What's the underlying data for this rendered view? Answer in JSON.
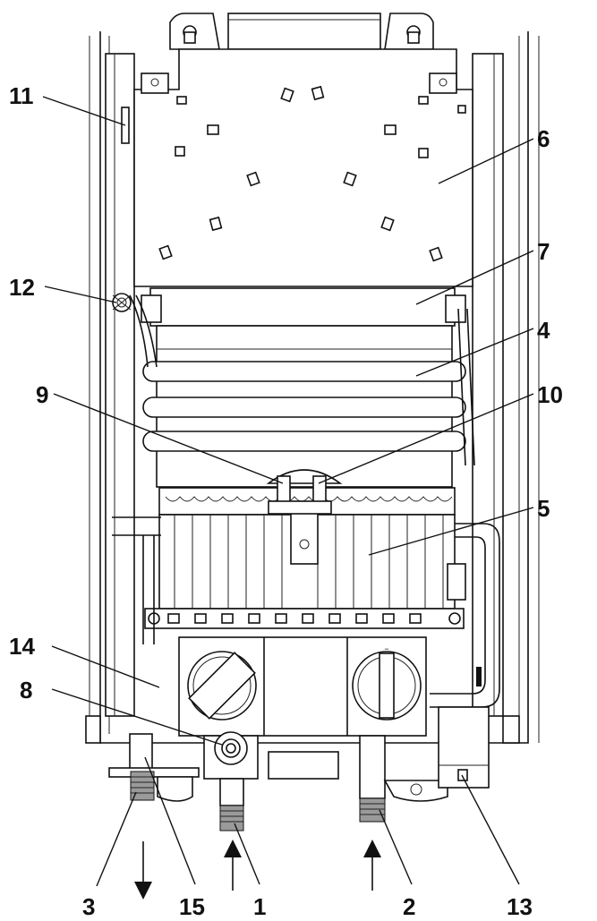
{
  "diagram": {
    "callouts": [
      {
        "id": "c11",
        "label": "11"
      },
      {
        "id": "c6",
        "label": "6"
      },
      {
        "id": "c12",
        "label": "12"
      },
      {
        "id": "c7",
        "label": "7"
      },
      {
        "id": "c4",
        "label": "4"
      },
      {
        "id": "c9",
        "label": "9"
      },
      {
        "id": "c10",
        "label": "10"
      },
      {
        "id": "c5",
        "label": "5"
      },
      {
        "id": "c14",
        "label": "14"
      },
      {
        "id": "c8",
        "label": "8"
      },
      {
        "id": "c3",
        "label": "3"
      },
      {
        "id": "c15",
        "label": "15"
      },
      {
        "id": "c1",
        "label": "1"
      },
      {
        "id": "c2",
        "label": "2"
      },
      {
        "id": "c13",
        "label": "13"
      }
    ],
    "flow_arrows": [
      {
        "id": "outlet-3",
        "direction": "down"
      },
      {
        "id": "inlet-1",
        "direction": "up"
      },
      {
        "id": "inlet-2",
        "direction": "up"
      }
    ]
  }
}
